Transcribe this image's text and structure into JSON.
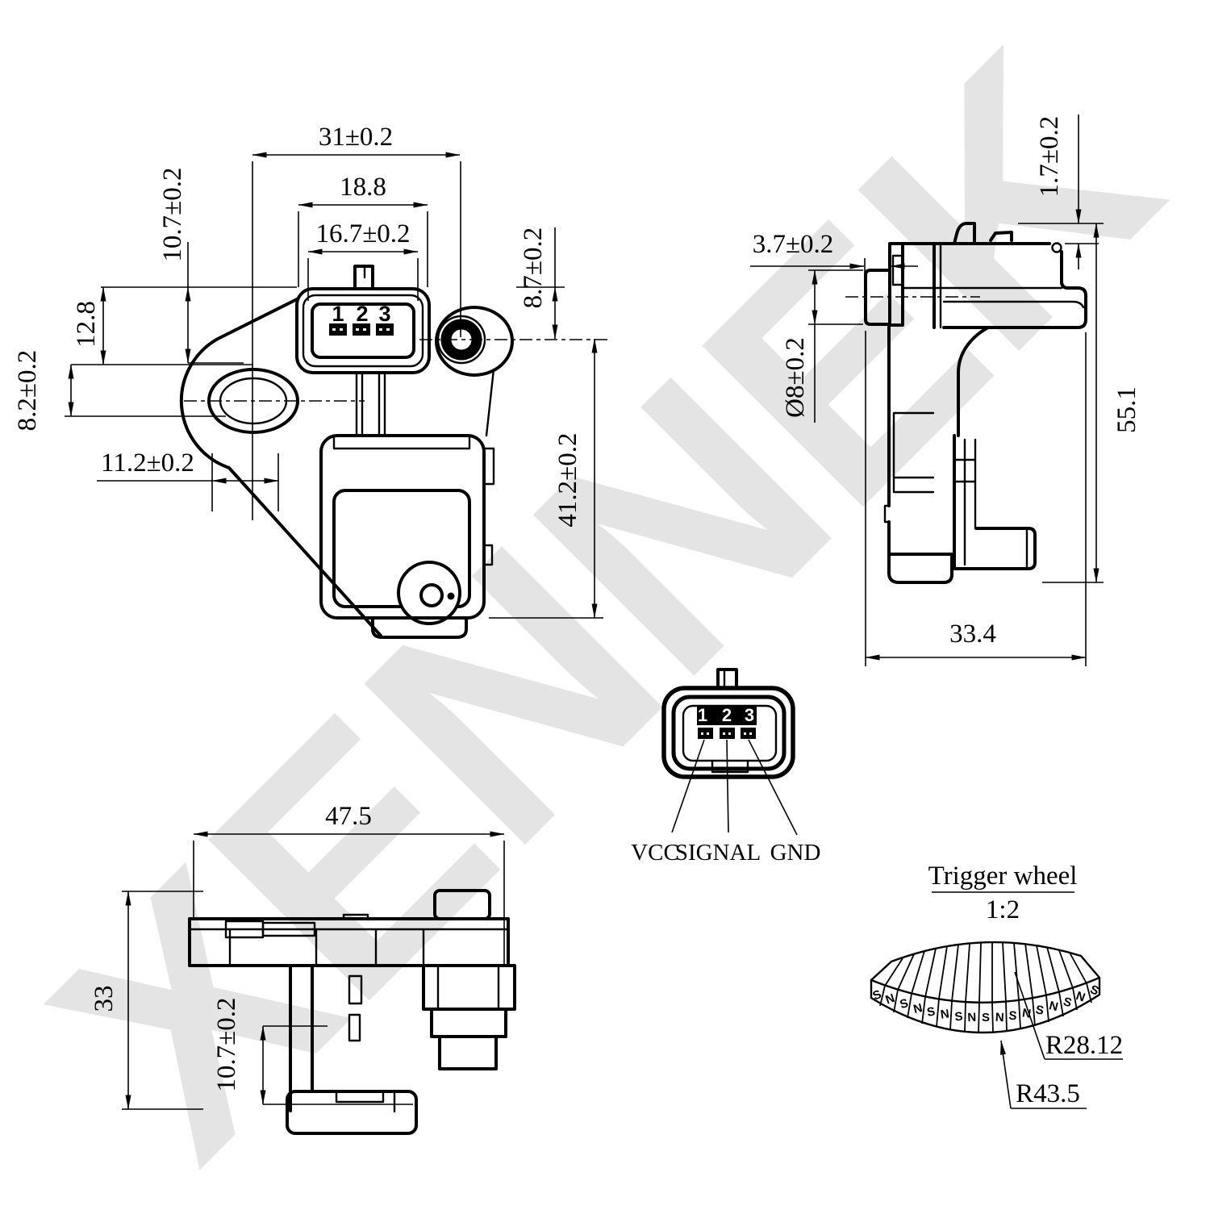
{
  "watermark": {
    "text": "XENNEK",
    "color": "#e4e4e4"
  },
  "line_color": "#000000",
  "front_view": {
    "pins": [
      "1",
      "2",
      "3"
    ],
    "dims": {
      "overall_width": "31±0.2",
      "connector_width": "18.8",
      "connector_inner_width": "16.7±0.2",
      "connector_top_offset": "10.7±0.2",
      "connector_height": "12.8",
      "slot_height": "8.2±0.2",
      "slot_offset": "11.2±0.2",
      "ear_hole_offset": "8.7±0.2",
      "body_height": "41.2±0.2"
    }
  },
  "side_view": {
    "dims": {
      "tip_step": "3.7±0.2",
      "lip_height": "1.7±0.2",
      "tip_diameter": "Ø8±0.2",
      "overall_height": "55.1",
      "overall_depth": "33.4"
    }
  },
  "pinout_view": {
    "pins": [
      "1",
      "2",
      "3"
    ],
    "pin_labels": [
      "VCC",
      "SIGNAL",
      "GND"
    ]
  },
  "top_view": {
    "dims": {
      "overall_width": "47.5",
      "overall_height": "33",
      "connector_depth": "10.7±0.2"
    }
  },
  "trigger_wheel": {
    "title": "Trigger wheel",
    "scale_label": "1:2",
    "inner_radius": "R28.12",
    "outer_radius": "R43.5",
    "segments": [
      "S",
      "N",
      "S",
      "N",
      "S",
      "N",
      "S",
      "N",
      "S",
      "N",
      "S",
      "N",
      "S",
      "N",
      "S",
      "N",
      "S"
    ]
  }
}
